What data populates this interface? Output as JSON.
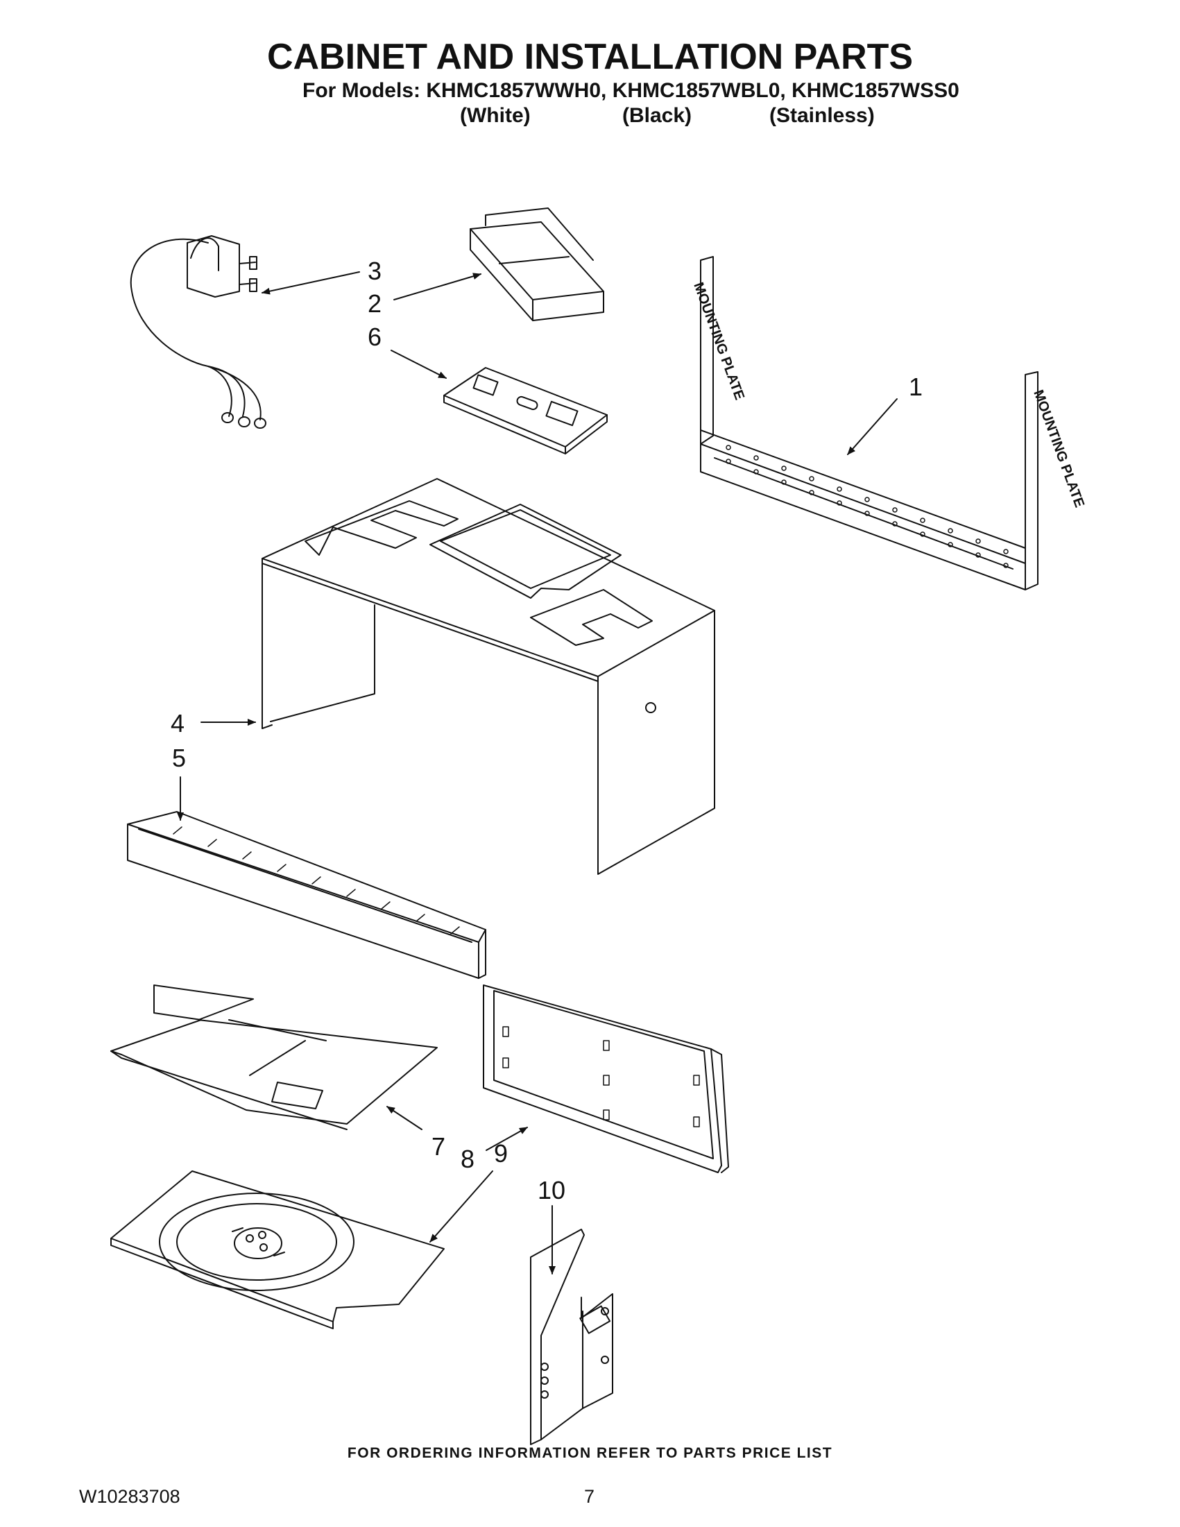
{
  "header": {
    "title": "CABINET AND INSTALLATION PARTS",
    "subtitle": "For Models: KHMC1857WWH0, KHMC1857WBL0, KHMC1857WSS0",
    "variants": [
      "(White)",
      "(Black)",
      "(Stainless)"
    ]
  },
  "callouts": [
    "1",
    "2",
    "3",
    "4",
    "5",
    "6",
    "7",
    "8",
    "9",
    "10"
  ],
  "mounting_plate_text": "MOUNTING PLATE",
  "footer": {
    "note": "FOR ORDERING INFORMATION REFER TO PARTS PRICE LIST",
    "doc_number": "W10283708",
    "page_number": "7"
  }
}
